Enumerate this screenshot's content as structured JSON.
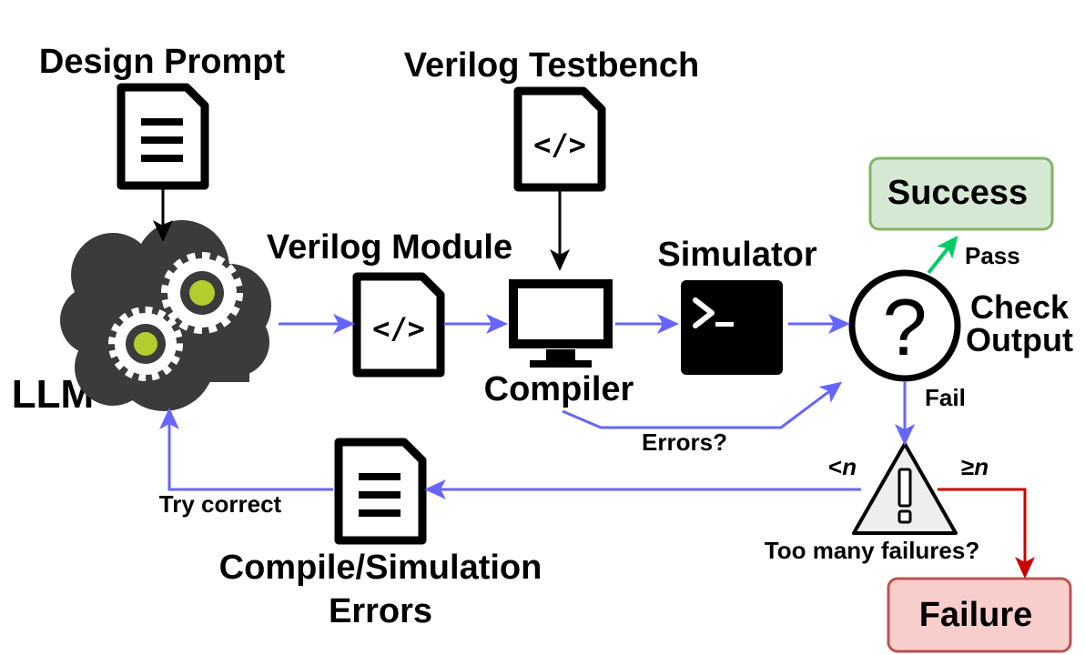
{
  "labels": {
    "design_prompt": "Design Prompt",
    "verilog_testbench": "Verilog Testbench",
    "verilog_module": "Verilog Module",
    "simulator": "Simulator",
    "compiler": "Compiler",
    "llm": "LLM",
    "check_output_line1": "Check",
    "check_output_line2": "Output",
    "errors_q": "Errors?",
    "fail": "Fail",
    "pass": "Pass",
    "success": "Success",
    "failure": "Failure",
    "try_correct": "Try correct",
    "errors_doc_line1": "Compile/Simulation",
    "errors_doc_line2": "Errors",
    "too_many": "Too many failures?",
    "lt_n_sym": "<",
    "ge_n_sym": "≥",
    "n_var": "n"
  },
  "icons": {
    "design_prompt": "document-lines-icon",
    "testbench": "code-file-icon",
    "module": "code-file-icon",
    "compiler": "monitor-icon",
    "simulator": "terminal-icon",
    "check": "question-circle-icon",
    "warning": "warning-triangle-icon",
    "errors_doc": "document-lines-icon",
    "llm": "cloud-gears-icon"
  },
  "colors": {
    "flow_arrow": "#6666ff",
    "fail_arrow": "#cc0000",
    "pass_arrow": "#00cc66",
    "success_fill": "#d5e8d4",
    "success_border": "#82b366",
    "failure_fill": "#f8cecc",
    "failure_border": "#b85450",
    "cloud": "#3b3b3b",
    "gear_center": "#b5cc2e"
  }
}
